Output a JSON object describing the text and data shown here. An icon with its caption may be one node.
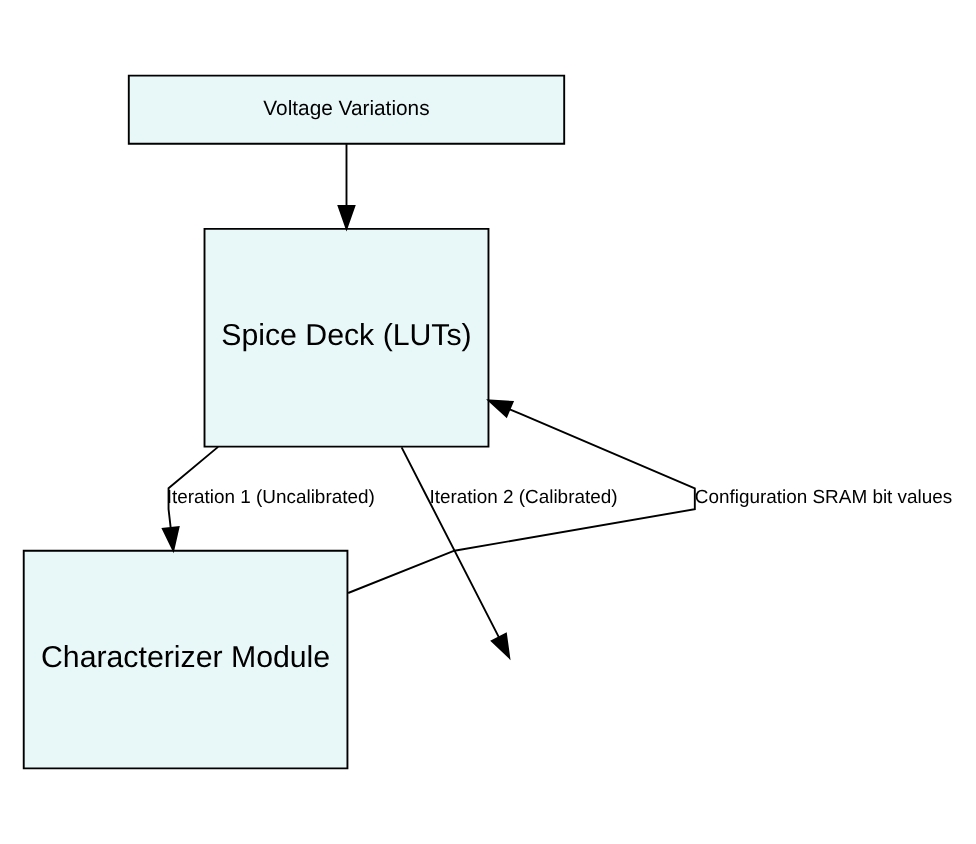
{
  "diagram": {
    "nodes": [
      {
        "text": [
          "Voltage Variations"
        ]
      },
      {
        "text": [
          "Spice Deck (LUTs)"
        ]
      },
      {
        "text": [
          "Characterizer Module"
        ]
      }
    ],
    "edges": [
      {
        "from": 0,
        "to": 1,
        "arrow": "to"
      },
      {
        "from": 1,
        "to": null,
        "arrow": "to",
        "label": "Iteration 2 (Calibrated)"
      },
      {
        "from": 1,
        "to": 2,
        "arrow": "to",
        "label": "Iteration 1 (Uncalibrated)"
      },
      {
        "from": 2,
        "to": 1,
        "arrow": "to",
        "label": "Configuration SRAM bit values"
      }
    ]
  }
}
